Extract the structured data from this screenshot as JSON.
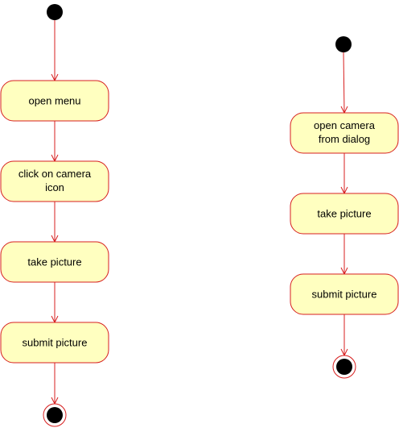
{
  "left_flow": {
    "actions": [
      {
        "lines": [
          "open menu"
        ]
      },
      {
        "lines": [
          "click on camera",
          "icon"
        ]
      },
      {
        "lines": [
          "take picture"
        ]
      },
      {
        "lines": [
          "submit picture"
        ]
      }
    ]
  },
  "right_flow": {
    "actions": [
      {
        "lines": [
          "open camera",
          "from dialog"
        ]
      },
      {
        "lines": [
          "take picture"
        ]
      },
      {
        "lines": [
          "submit picture"
        ]
      }
    ]
  },
  "colors": {
    "action_fill": "#ffffc0",
    "border": "#d71f1f",
    "node_fill": "#000000"
  }
}
